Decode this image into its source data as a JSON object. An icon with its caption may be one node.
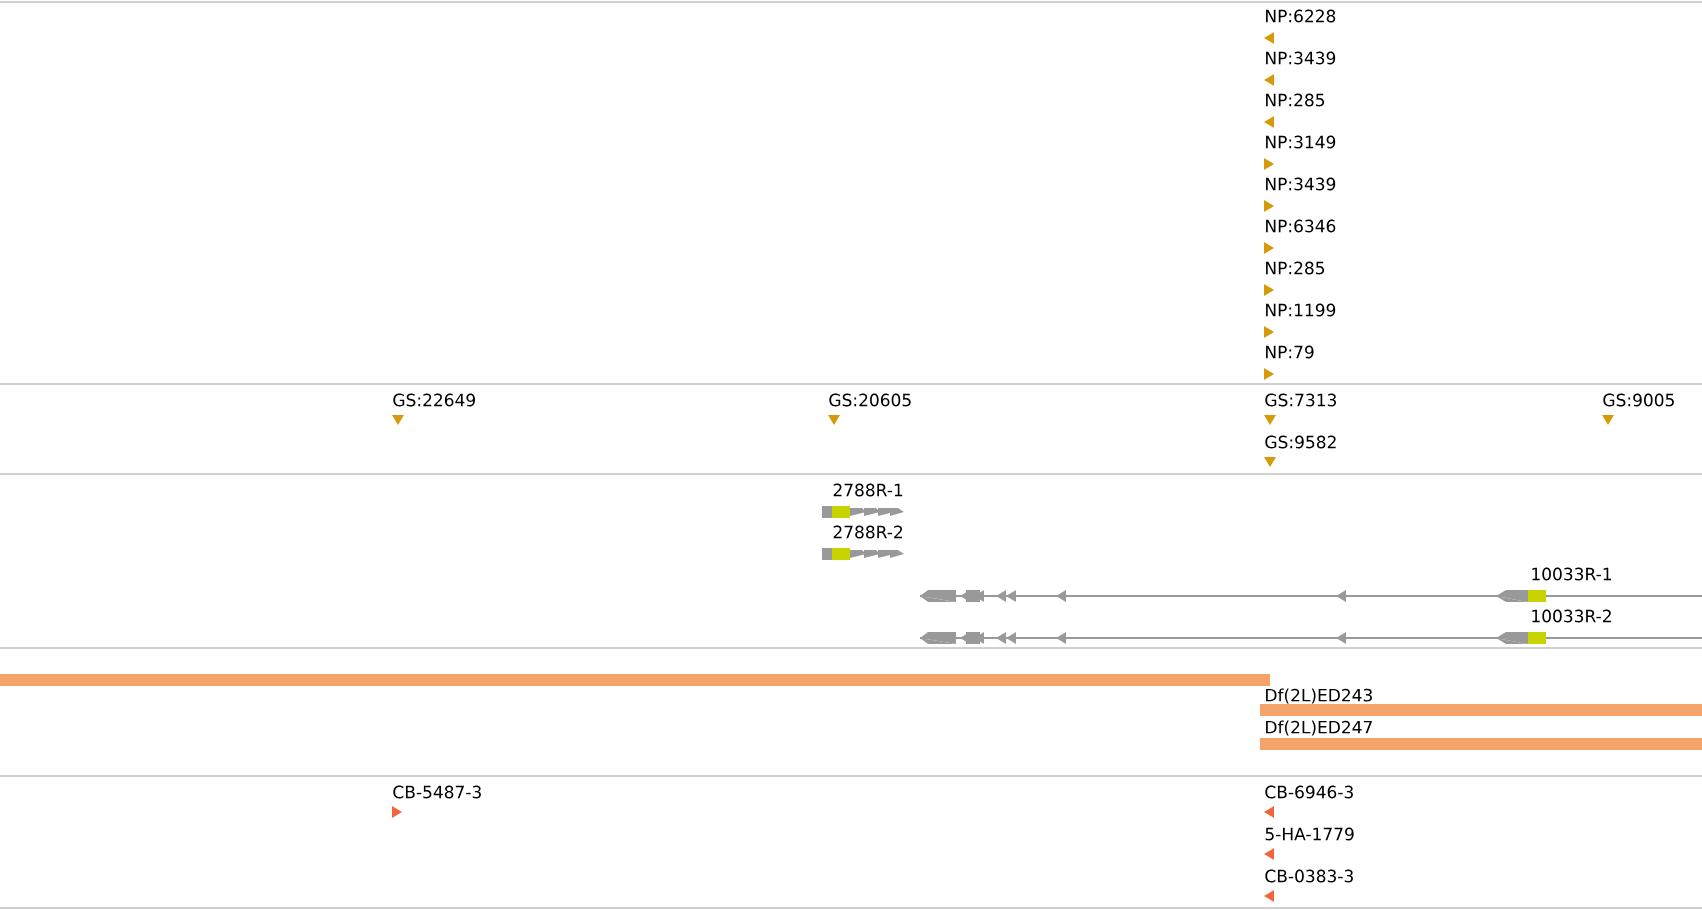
{
  "diagram": {
    "labels": [
      "NP:6228",
      "NP:3439",
      "NP:285",
      "NP:3149",
      "NP:3439",
      "NP:6346",
      "NP:285",
      "NP:1199",
      "NP:79",
      "GS:22649",
      "GS:20605",
      "GS:7313",
      "GS:9005",
      "GS:9582",
      "2788R-1",
      "2788R-2",
      "10033R-1",
      "10033R-2",
      "Df(2L)ED243",
      "Df(2L)ED247",
      "CB-5487-3",
      "CB-6946-3",
      "5-HA-1779",
      "CB-0383-3"
    ]
  }
}
